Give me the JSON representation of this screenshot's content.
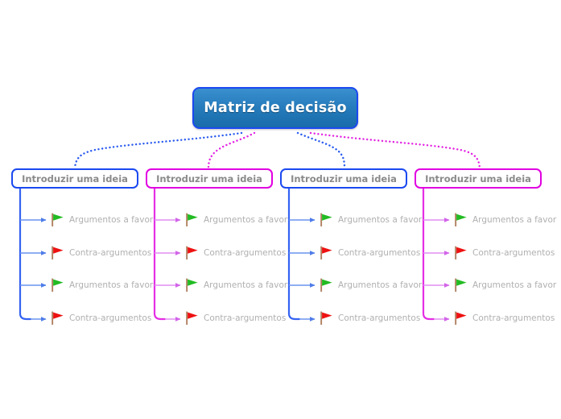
{
  "diagram": {
    "type": "mind-map",
    "title": "Matriz de decisão",
    "root": {
      "label": "Matriz de decisão",
      "text_color": "#ffffff",
      "border_color": "#1b49f0",
      "fill_top": "#3a8fce",
      "fill_bottom": "#1a6cab"
    },
    "colors": {
      "blue": "#1b49f0",
      "magenta": "#e100e1",
      "branch_text": "#8a8a8a",
      "leaf_text": "#b0b0b0",
      "flag_pro": "#22bb22",
      "flag_con": "#ee1111",
      "flag_pole": "#b08060",
      "background": "#ffffff"
    },
    "branches": [
      {
        "label": "Introduzir uma ideia",
        "color": "#1b49f0",
        "accent": "blue",
        "leaves": [
          {
            "label": "Argumentos a favor",
            "flag": "green-flag-icon",
            "flag_color": "#22bb22"
          },
          {
            "label": "Contra-argumentos",
            "flag": "red-flag-icon",
            "flag_color": "#ee1111"
          },
          {
            "label": "Argumentos a favor",
            "flag": "green-flag-icon",
            "flag_color": "#22bb22"
          },
          {
            "label": "Contra-argumentos",
            "flag": "red-flag-icon",
            "flag_color": "#ee1111"
          }
        ]
      },
      {
        "label": "Introduzir uma ideia",
        "color": "#e100e1",
        "accent": "magenta",
        "leaves": [
          {
            "label": "Argumentos a favor",
            "flag": "green-flag-icon",
            "flag_color": "#22bb22"
          },
          {
            "label": "Contra-argumentos",
            "flag": "red-flag-icon",
            "flag_color": "#ee1111"
          },
          {
            "label": "Argumentos a favor",
            "flag": "green-flag-icon",
            "flag_color": "#22bb22"
          },
          {
            "label": "Contra-argumentos",
            "flag": "red-flag-icon",
            "flag_color": "#ee1111"
          }
        ]
      },
      {
        "label": "Introduzir uma ideia",
        "color": "#1b49f0",
        "accent": "blue",
        "leaves": [
          {
            "label": "Argumentos a favor",
            "flag": "green-flag-icon",
            "flag_color": "#22bb22"
          },
          {
            "label": "Contra-argumentos",
            "flag": "red-flag-icon",
            "flag_color": "#ee1111"
          },
          {
            "label": "Argumentos a favor",
            "flag": "green-flag-icon",
            "flag_color": "#22bb22"
          },
          {
            "label": "Contra-argumentos",
            "flag": "red-flag-icon",
            "flag_color": "#ee1111"
          }
        ]
      },
      {
        "label": "Introduzir uma ideia",
        "color": "#e100e1",
        "accent": "magenta",
        "leaves": [
          {
            "label": "Argumentos a favor",
            "flag": "green-flag-icon",
            "flag_color": "#22bb22"
          },
          {
            "label": "Contra-argumentos",
            "flag": "red-flag-icon",
            "flag_color": "#ee1111"
          },
          {
            "label": "Argumentos a favor",
            "flag": "green-flag-icon",
            "flag_color": "#22bb22"
          },
          {
            "label": "Contra-argumentos",
            "flag": "red-flag-icon",
            "flag_color": "#ee1111"
          }
        ]
      }
    ]
  }
}
